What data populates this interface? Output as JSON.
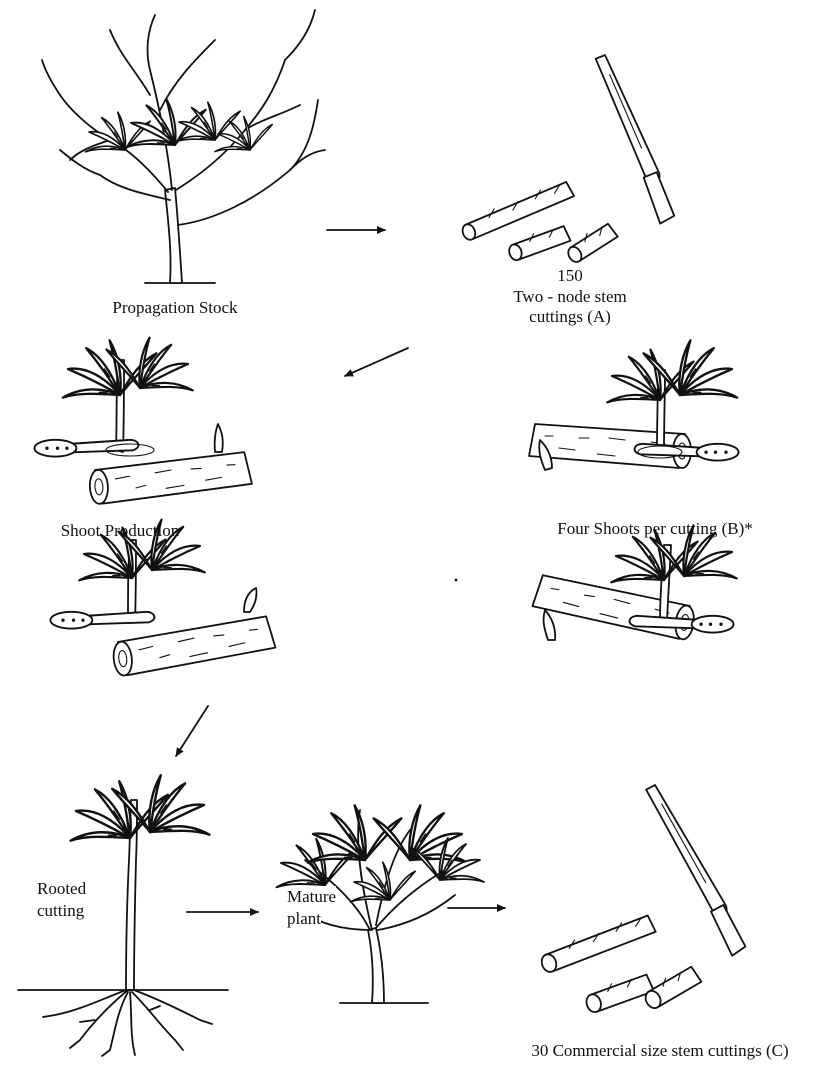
{
  "labels": {
    "propagation_stock": "Propagation Stock",
    "stem_count": "150",
    "two_node_line1": "Two - node stem",
    "two_node_line2": "cuttings (A)",
    "shoot_production": "Shoot Production",
    "four_shoots": "Four Shoots per cutting (B)*",
    "rooted_line1": "Rooted",
    "rooted_line2": "cutting",
    "mature_line1": "Mature",
    "mature_line2": "plant",
    "commercial": "30 Commercial size stem cuttings (C)"
  },
  "icons": [
    "propagation-stock-plant",
    "machete-icon",
    "stem-cutting",
    "sprouting-cutting",
    "rooted-cutting",
    "mature-cassava-plant",
    "arrow-icon"
  ]
}
